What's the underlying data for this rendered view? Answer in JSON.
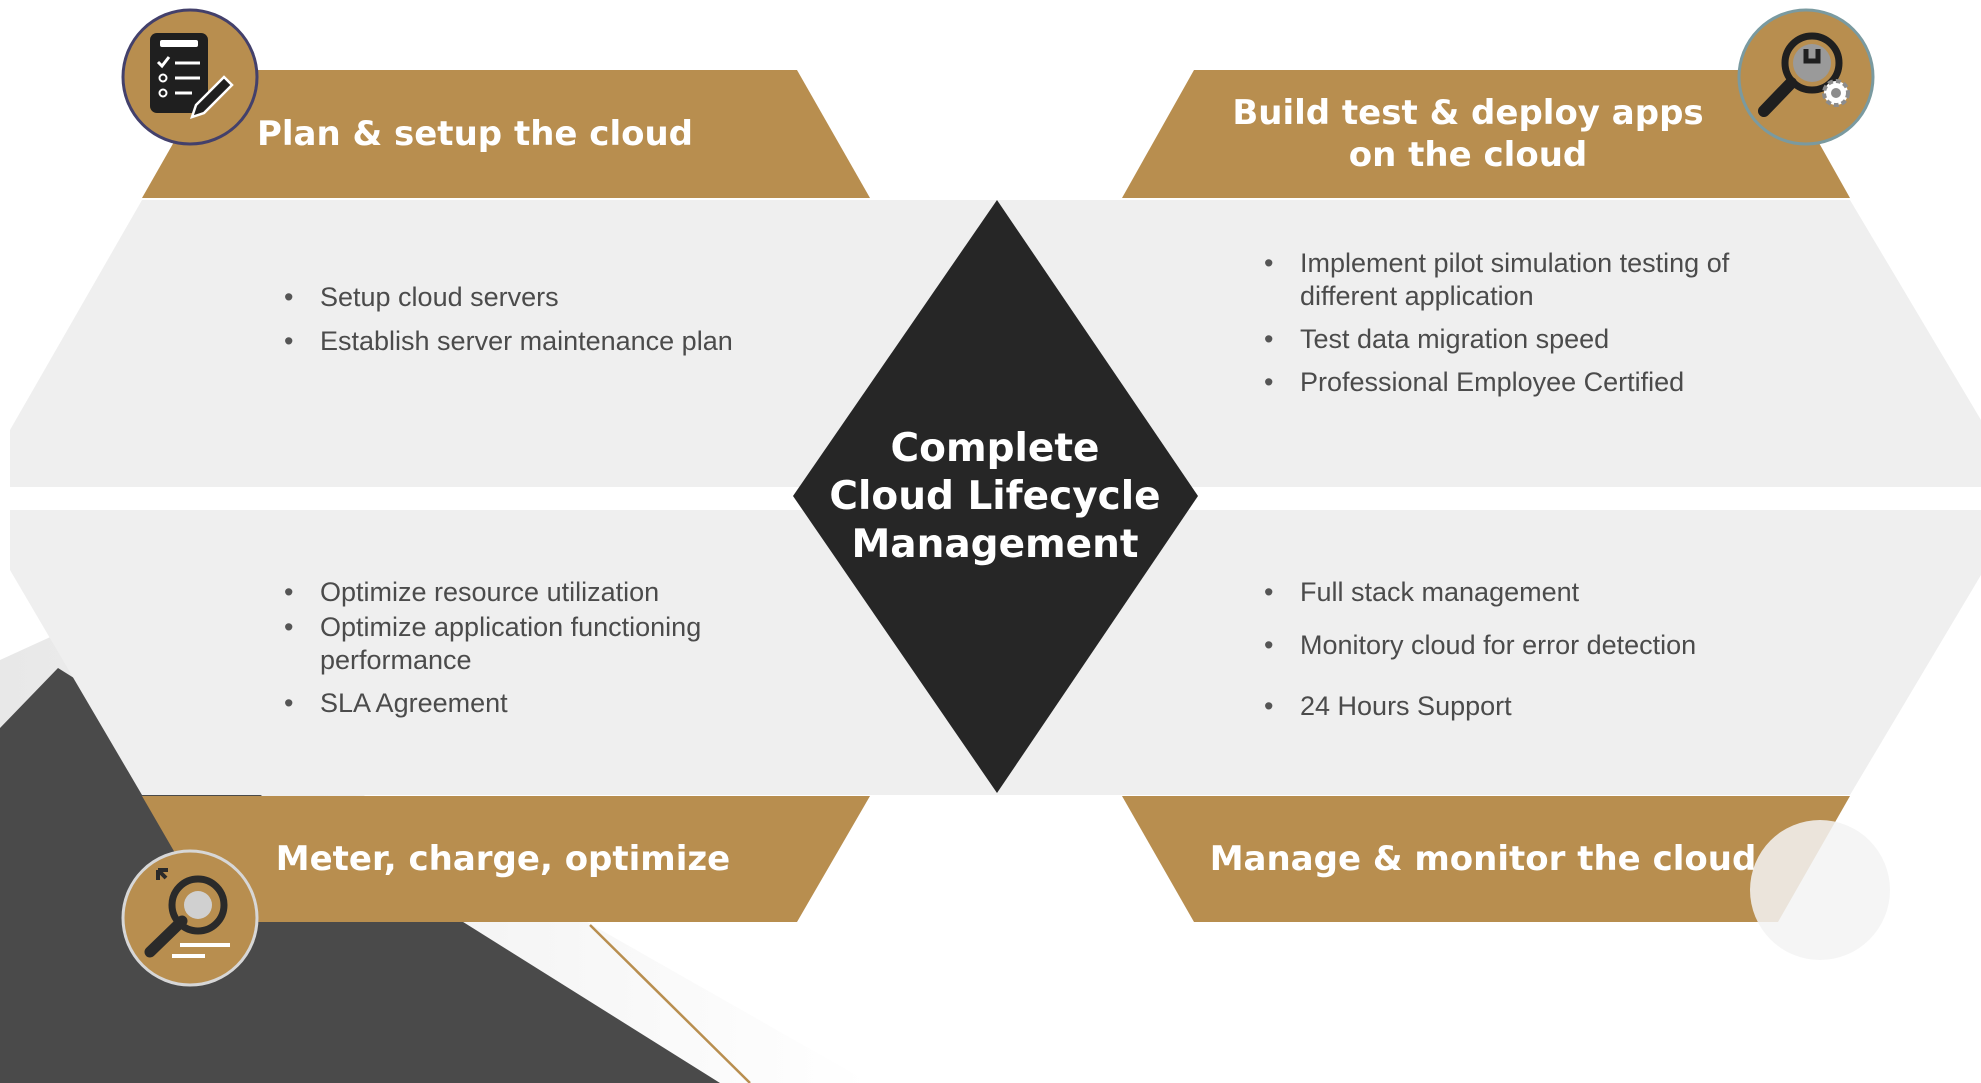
{
  "colors": {
    "gold": "#b88e4f",
    "panel": "#efefef",
    "diamond": "#262626",
    "dark_gray": "#4a4a4a",
    "text": "#4b4b4b",
    "white": "#ffffff"
  },
  "center": {
    "lines": [
      "Complete",
      "Cloud Lifecycle",
      "Management"
    ]
  },
  "quadrants": {
    "top_left": {
      "title": "Plan & setup the cloud",
      "icon": "checklist-icon",
      "bullets": [
        "Setup cloud servers",
        "Establish server maintenance plan"
      ]
    },
    "top_right": {
      "title_lines": [
        "Build test & deploy apps",
        "on the cloud"
      ],
      "icon": "search-wrench-icon",
      "bullets": [
        "Implement pilot simulation testing of different application",
        "Test data migration speed",
        "Professional Employee Certified"
      ]
    },
    "bottom_left": {
      "title": "Meter, charge, optimize",
      "icon": "target-optimize-icon",
      "bullets": [
        "Optimize resource utilization",
        "Optimize application functioning performance",
        "SLA Agreement"
      ]
    },
    "bottom_right": {
      "title": "Manage & monitor the cloud",
      "bullets": [
        "Full stack management",
        "Monitory cloud for error detection",
        "24 Hours Support"
      ]
    }
  }
}
